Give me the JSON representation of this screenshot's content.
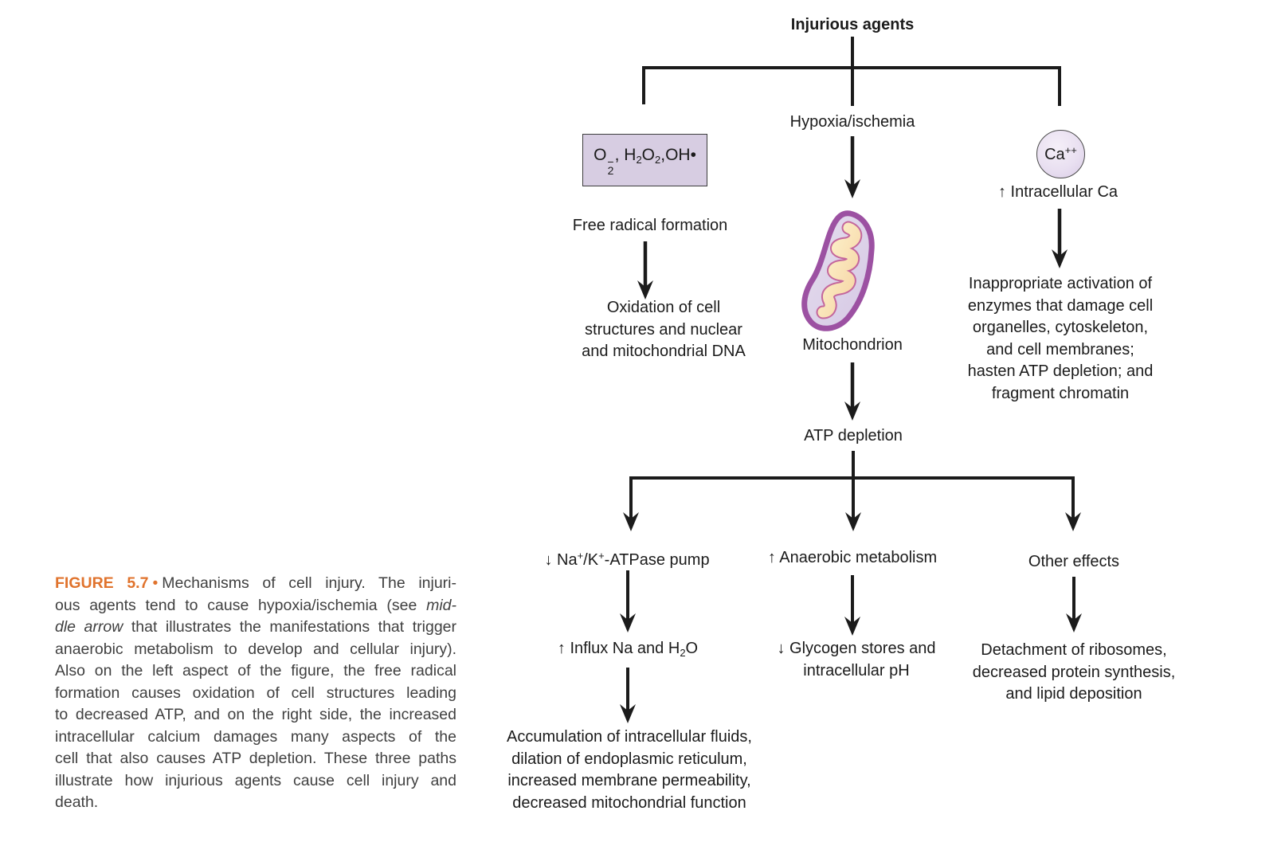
{
  "diagram": {
    "title": "Injurious agents",
    "hypoxia_label": "Hypoxia/ischemia",
    "radical_formula": {
      "o": "O",
      "sup_minus": "−",
      "sub_two": "2",
      "comma_h": ", H",
      "h_sub": "2",
      "o2": "O",
      "o2_sub": "2",
      "oh": ",OH•"
    },
    "free_radical_label": "Free radical formation",
    "oxidation_lines": [
      "Oxidation of cell",
      "structures and nuclear",
      "and mitochondrial DNA"
    ],
    "ca_symbol": "Ca",
    "ca_charge": "++",
    "intracellular_ca_label": "↑ Intracellular Ca",
    "calcium_effect_lines": [
      "Inappropriate activation of",
      "enzymes that damage cell",
      "organelles, cytoskeleton,",
      "and cell membranes;",
      "hasten ATP depletion; and",
      "fragment chromatin"
    ],
    "mitochondrion_label": "Mitochondrion",
    "atp_depletion_label": "ATP depletion",
    "natk_pump": {
      "pre": "↓ Na",
      "sup1": "+",
      "mid": "/K",
      "sup2": "+",
      "post": "-ATPase pump"
    },
    "anaerobic_label": "↑ Anaerobic metabolism",
    "other_effects_label": "Other effects",
    "influx": {
      "pre": "↑ Influx Na and H",
      "sub": "2",
      "post": "O"
    },
    "glycogen_lines": [
      "↓ Glycogen stores and",
      "intracellular pH"
    ],
    "detachment_lines": [
      "Detachment of ribosomes,",
      "decreased protein synthesis,",
      "and lipid deposition"
    ],
    "accumulation_lines": [
      "Accumulation of intracellular fluids,",
      "dilation of endoplasmic reticulum,",
      "increased membrane permeability,",
      "decreased mitochondrial function"
    ]
  },
  "caption": {
    "figure_label": "FIGURE 5.7",
    "bullet": "•",
    "line1_rest": "Mechanisms of cell injury. The injuri-",
    "line2_a": "ous agents tend to cause hypoxia/ischemia (see ",
    "line2_i": "mid-",
    "line3_i": "dle arrow",
    "line3_a": " that illustrates the manifestations that trigger",
    "line4": "anaerobic metabolism to develop and cellular injury).",
    "line5": "Also on the left aspect of the figure, the free radical",
    "line6": "formation causes oxidation of cell structures leading",
    "line7": "to decreased ATP, and on the right side, the increased",
    "line8": "intracellular calcium damages many aspects of the",
    "line9": "cell that also causes ATP depletion. These three paths",
    "line10": "illustrate how injurious agents cause cell injury and",
    "line11": "death."
  },
  "colors": {
    "figure_label_orange": "#e0732d",
    "radical_box_fill": "#d7cde2",
    "membrane_purple": "#9c51a2",
    "cristae_peach": "#f6d3a2",
    "matrix_lavender": "#ddd3ea",
    "ink": "#1b1b1b"
  }
}
